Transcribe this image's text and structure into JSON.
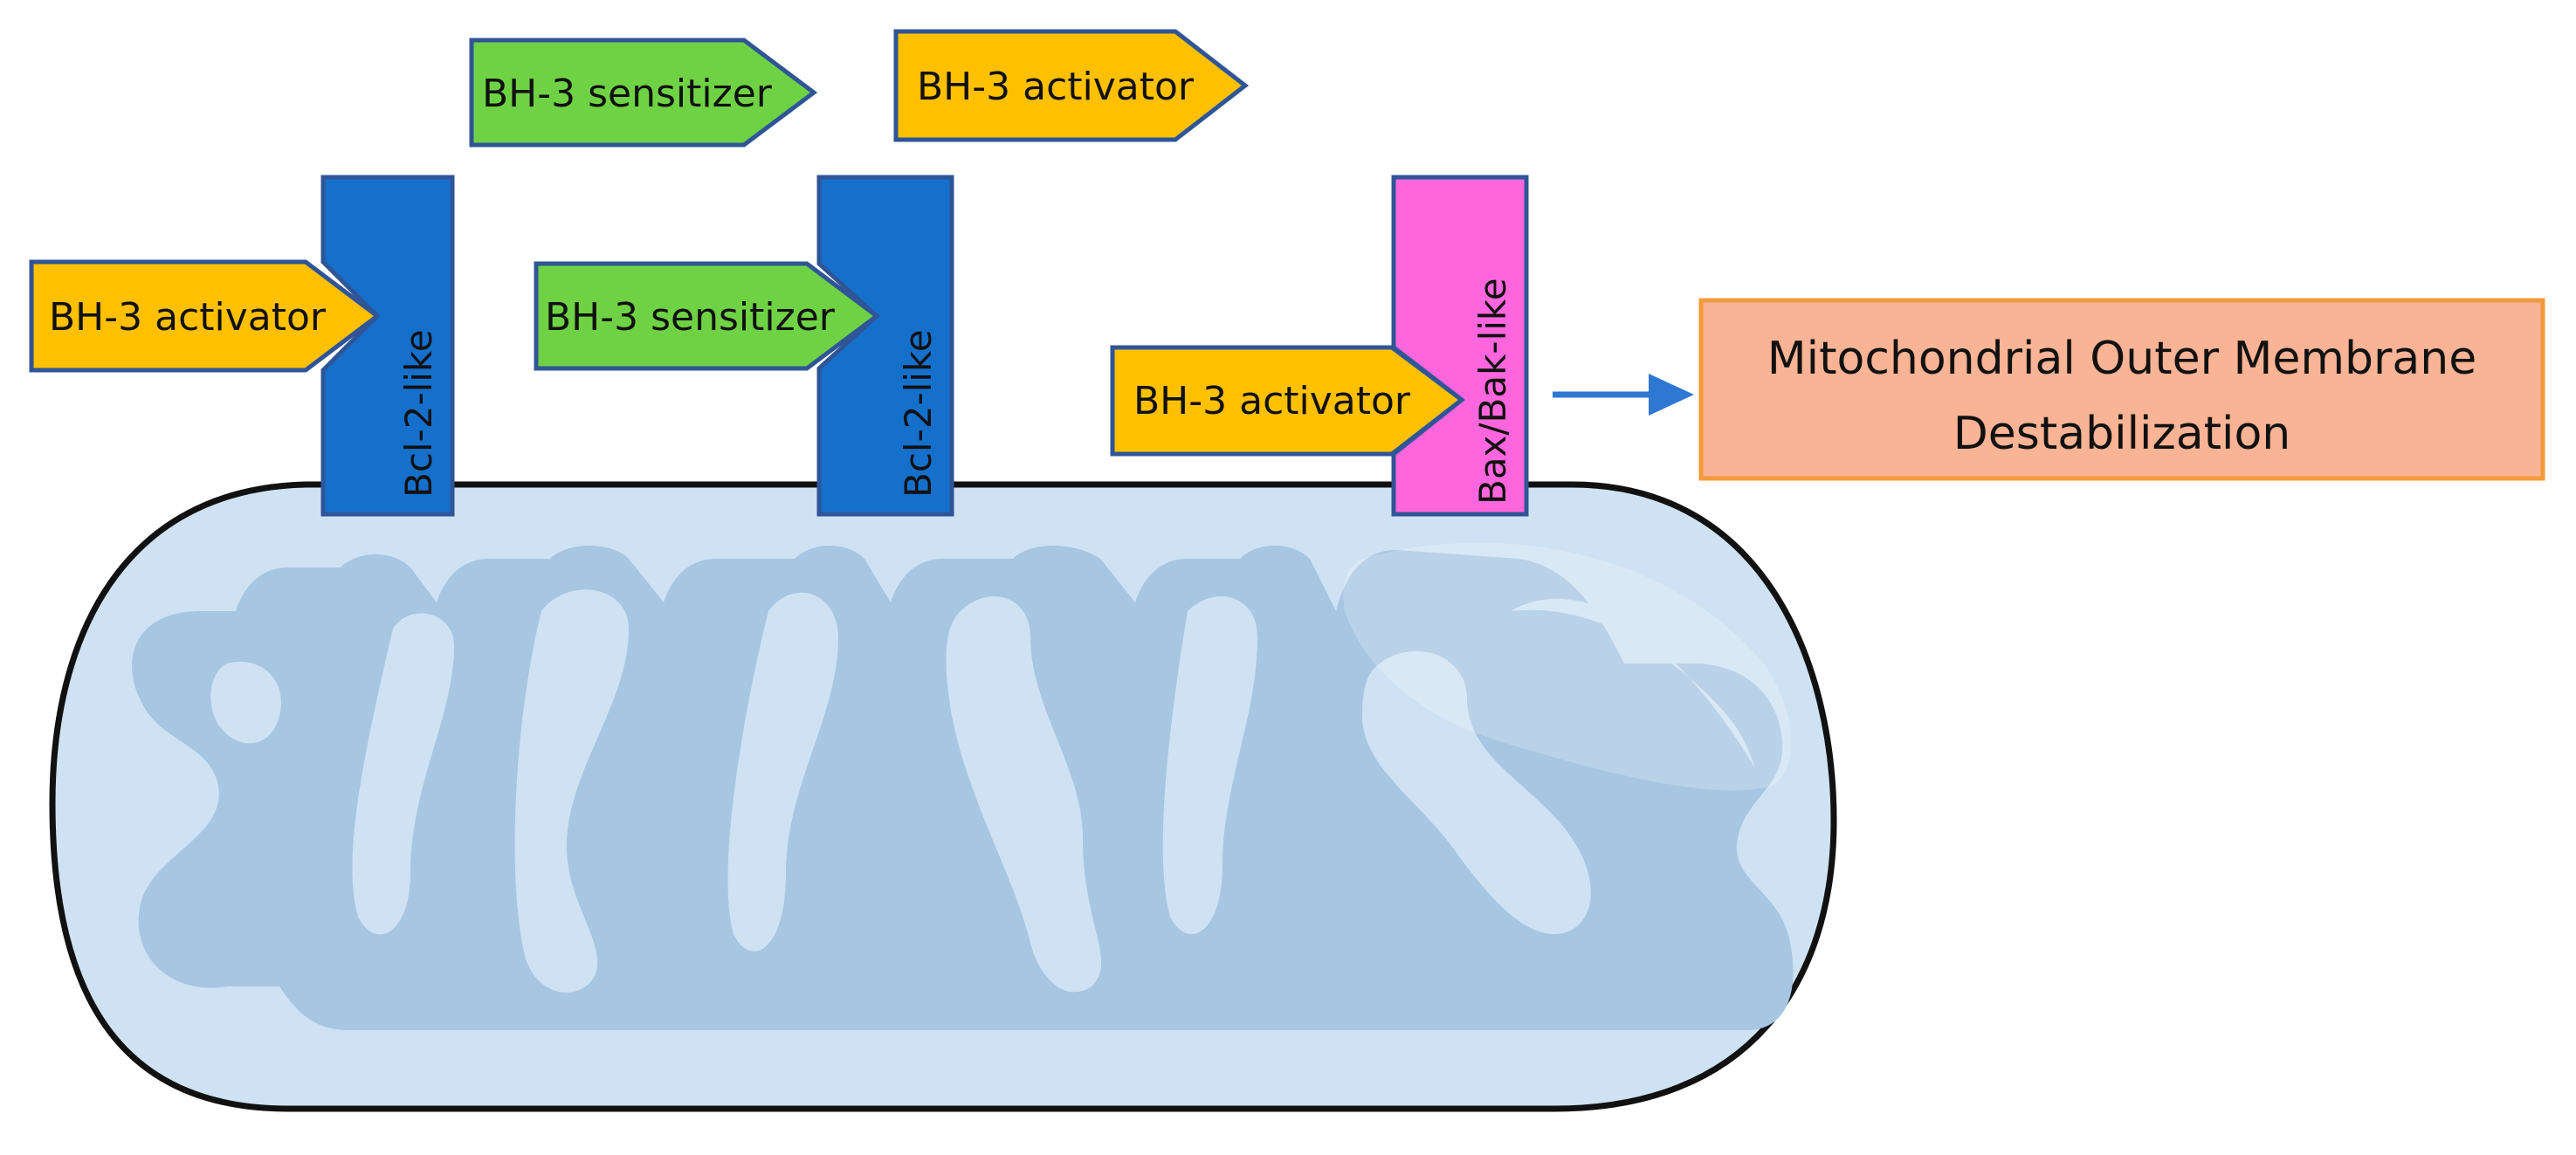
{
  "colors": {
    "activator_fill": "#FFC000",
    "sensitizer_fill": "#6FD244",
    "bcl2_fill": "#1570CC",
    "bax_fill": "#FF66DD",
    "outcome_fill": "#F9B395",
    "outcome_stroke": "#F39A3A",
    "shape_stroke": "#2F5597",
    "arrow_color": "#2E78D2",
    "mito_outer": "#CFE2F3",
    "mito_inner": "#A7C6E2",
    "mito_outline": "#111111"
  },
  "proteins": {
    "bcl2_left": "Bcl-2-like",
    "bcl2_middle": "Bcl-2-like",
    "bax_bak": "Bax/Bak-like"
  },
  "ligands": {
    "activator_left": "BH-3 activator",
    "sensitizer_top": "BH-3 sensitizer",
    "activator_top": "BH-3 activator",
    "sensitizer_middle": "BH-3 sensitizer",
    "activator_right": "BH-3 activator"
  },
  "outcome": {
    "line1": "Mitochondrial Outer Membrane",
    "line2": "Destabilization"
  }
}
